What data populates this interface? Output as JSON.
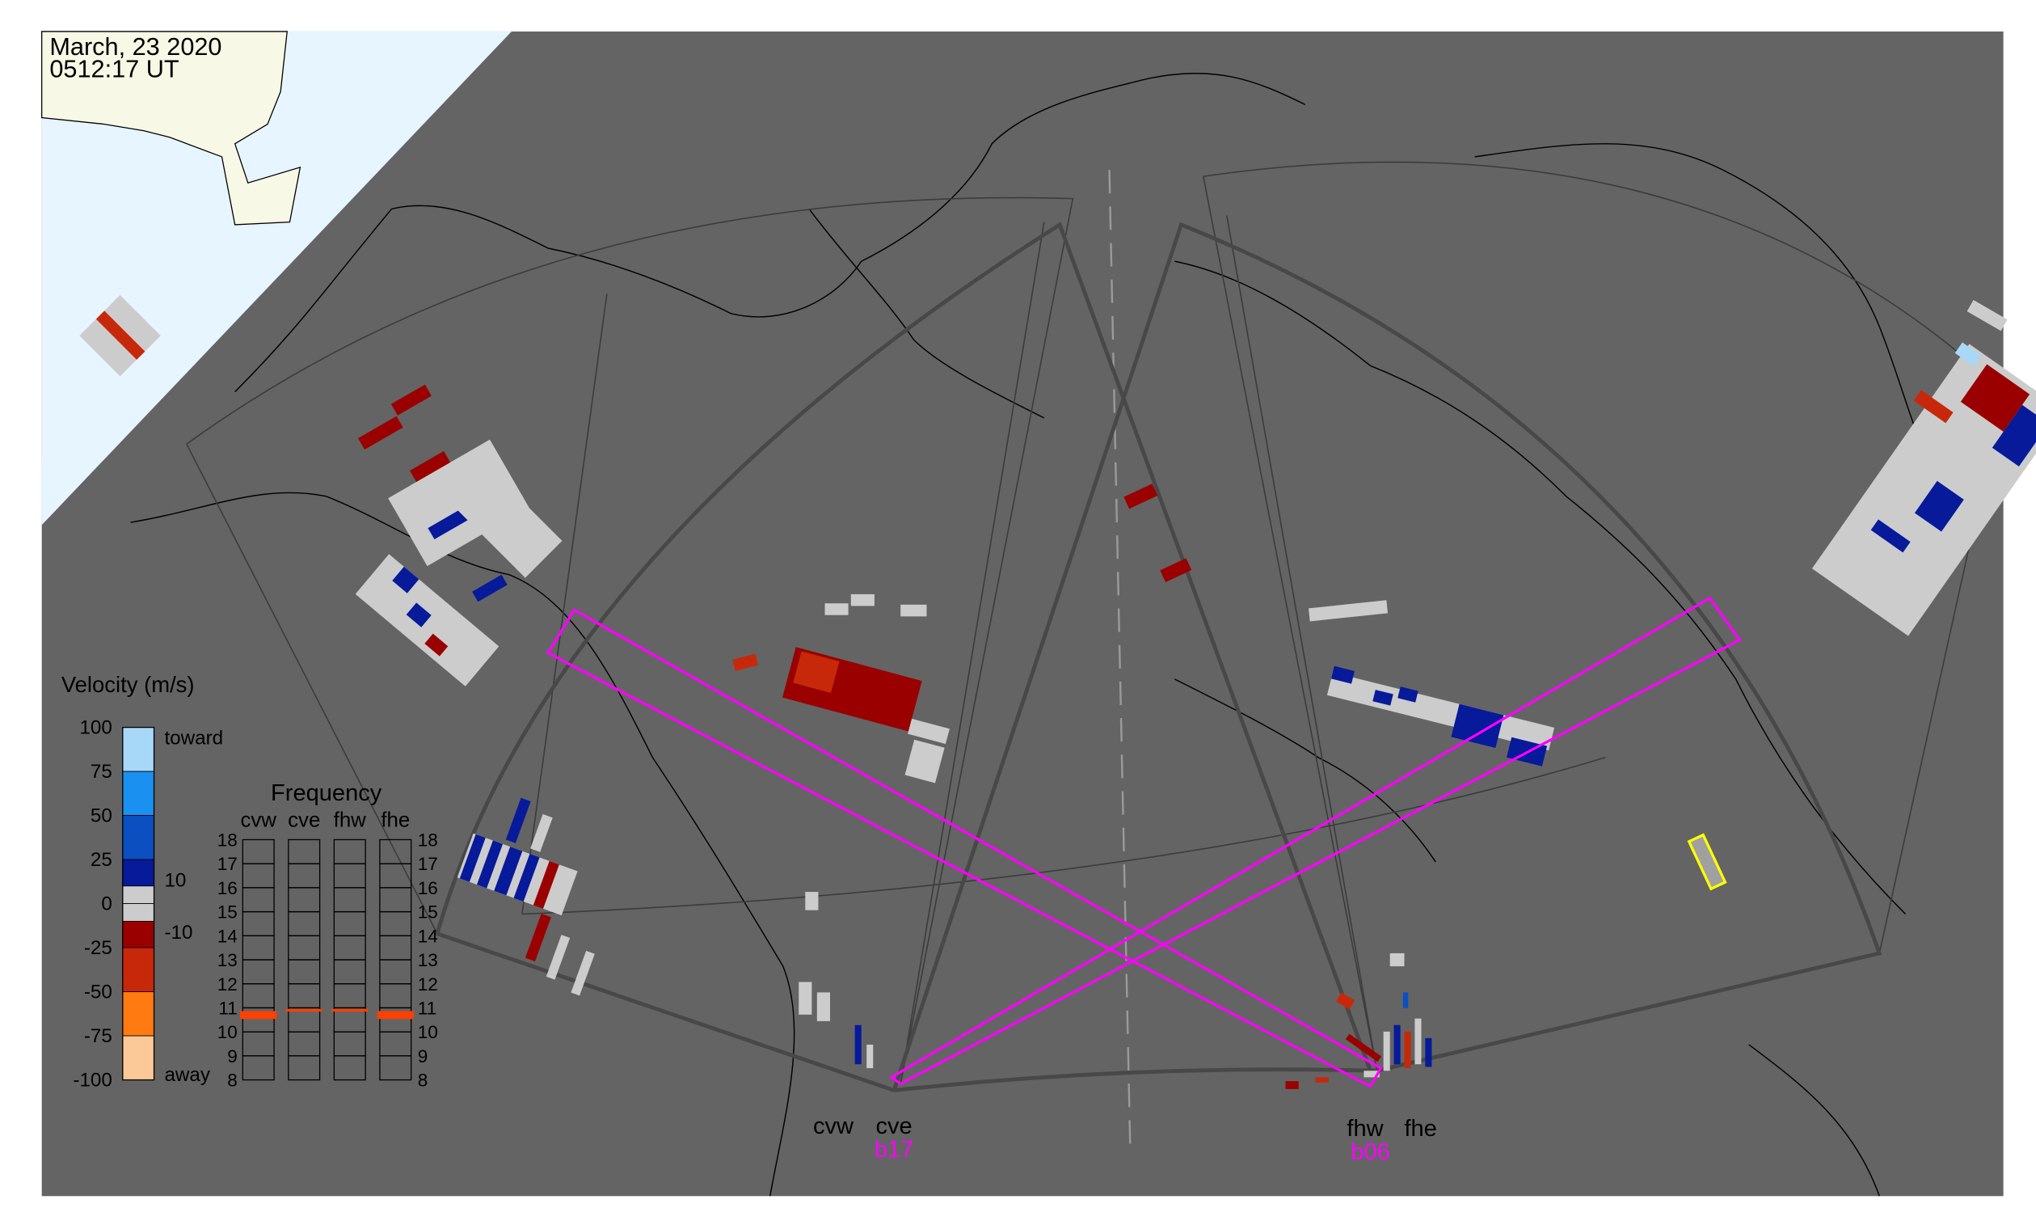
{
  "header": {
    "date": "March, 23 2020",
    "time": "0512:17 UT"
  },
  "velocity_legend": {
    "title": "Velocity (m/s)",
    "ticks": [
      "100",
      "75",
      "50",
      "25",
      "0",
      "-25",
      "-50",
      "-75",
      "-100"
    ],
    "inner_ticks": [
      "10",
      "-10"
    ],
    "toward_label": "toward",
    "away_label": "away",
    "colors": [
      "#a8d8f8",
      "#1a90f0",
      "#0b4fc0",
      "#061a9a",
      "#cccccc",
      "#cccccc",
      "#9a0000",
      "#c8280a",
      "#ff7a10",
      "#fbc898"
    ]
  },
  "frequency_panel": {
    "title": "Frequency",
    "radars": [
      "cvw",
      "cve",
      "fhw",
      "fhe"
    ],
    "scale": [
      "18",
      "17",
      "16",
      "15",
      "14",
      "13",
      "12",
      "11",
      "10",
      "9",
      "8"
    ],
    "values_mhz": [
      10.7,
      10.9,
      10.9,
      10.7
    ],
    "marker_color": "#ff4000"
  },
  "map": {
    "radar_labels": [
      {
        "name": "cvw",
        "beam": ""
      },
      {
        "name": "cve",
        "beam": "b17"
      },
      {
        "name": "fhw",
        "beam": "b06"
      },
      {
        "name": "fhe",
        "beam": ""
      }
    ],
    "beam_color": "#ff00ff",
    "ocean_color": "#e6f5ff",
    "land_color": "#f8f8e6",
    "night_color": "#646464"
  }
}
